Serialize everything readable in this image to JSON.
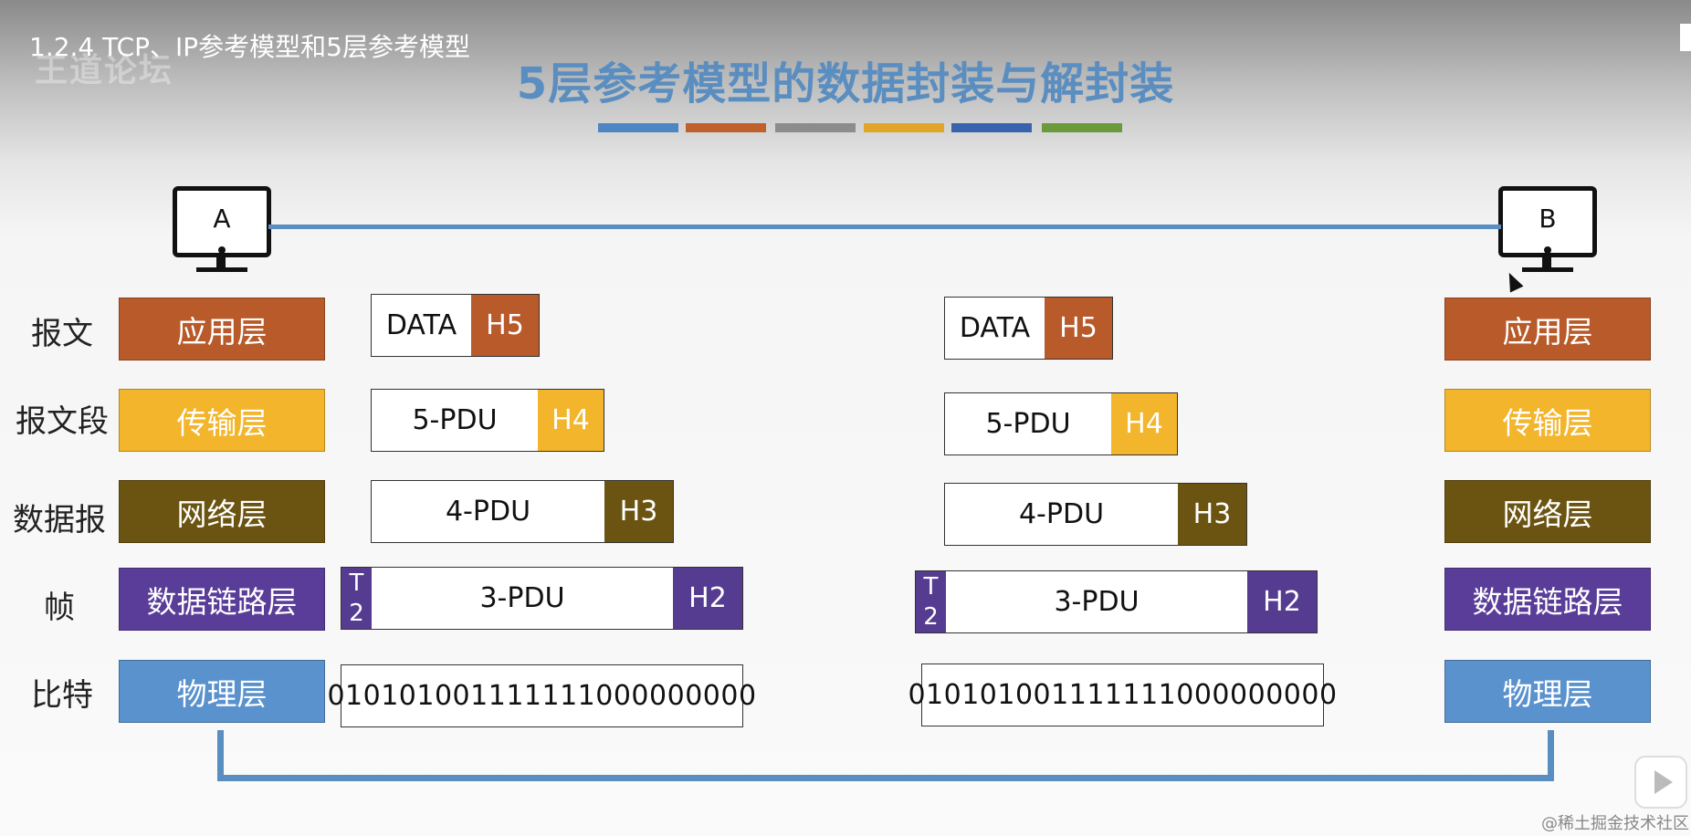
{
  "video_title": "1.2.4 TCP、IP参考模型和5层参考模型",
  "watermark_left": "王道论坛",
  "slide_title": "5层参考模型的数据封装与解封装",
  "accent_bar_colors": [
    "#4e86c2",
    "#c0612b",
    "#8c8c8c",
    "#e0a62a",
    "#3964ad",
    "#6b9a3c"
  ],
  "hosts": {
    "left": "A",
    "right": "B"
  },
  "unit_labels": [
    "报文",
    "报文段",
    "数据报",
    "帧",
    "比特"
  ],
  "layers": [
    {
      "name": "应用层",
      "color": "#b85a2a"
    },
    {
      "name": "传输层",
      "color": "#f3b52b"
    },
    {
      "name": "网络层",
      "color": "#6b5412"
    },
    {
      "name": "数据链路层",
      "color": "#5a3d98"
    },
    {
      "name": "物理层",
      "color": "#5a92cd"
    }
  ],
  "encapsulation": {
    "app": {
      "data": "DATA",
      "header": "H5"
    },
    "transport": {
      "data": "5-PDU",
      "header": "H4"
    },
    "network": {
      "data": "4-PDU",
      "header": "H3"
    },
    "link": {
      "trailer_top": "T",
      "trailer_bottom": "2",
      "data": "3-PDU",
      "header": "H2"
    },
    "physical": {
      "bits": "010101001111111000000000"
    }
  },
  "credit": "@稀土掘金技术社区"
}
